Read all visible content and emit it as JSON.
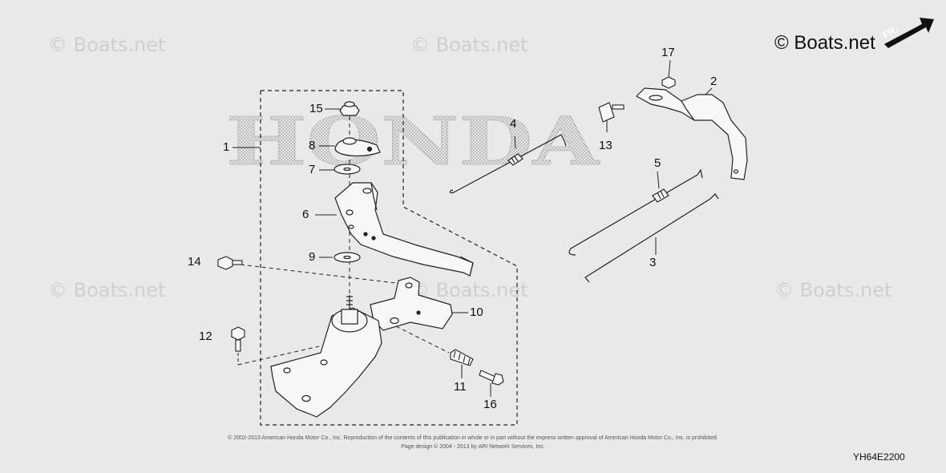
{
  "watermarks": {
    "w1": "© Boats.net",
    "w2": "© Boats.net",
    "w3": "© Boats.net",
    "w4": "© Boats.net",
    "w5": "© Boats.net",
    "w6": "© Boats.net"
  },
  "brand_logo_text": "© Boats.net",
  "brand_stamp_text": "HONDA",
  "front_arrow_text": "FR.",
  "callouts": {
    "c1": "1",
    "c2": "2",
    "c3": "3",
    "c4": "4",
    "c5": "5",
    "c6": "6",
    "c7": "7",
    "c8": "8",
    "c9": "9",
    "c10": "10",
    "c11": "11",
    "c12": "12",
    "c13": "13",
    "c14": "14",
    "c15": "15",
    "c16": "16",
    "c17": "17"
  },
  "diagram_id": "YH64E2200",
  "copyright_line1": "© 2002-2013 American Honda Motor Co., Inc. Reproduction of the contents of this publication in whole or in part without the express written approval of American Honda Motor Co., Inc. is prohibited.",
  "copyright_line2": "Page design © 2004 - 2013 by ARI Network Services, Inc."
}
